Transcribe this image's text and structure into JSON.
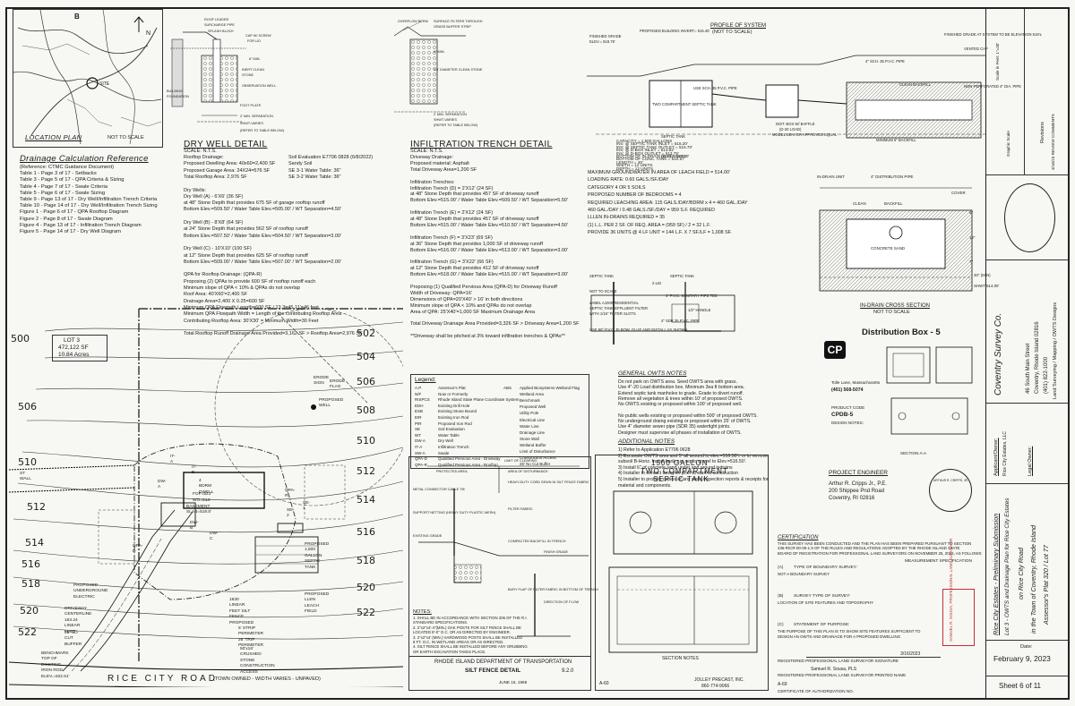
{
  "location_plan": {
    "title": "LOCATION PLAN",
    "scale": "NOT TO SCALE",
    "marker": "B",
    "site_label": "SITE",
    "north_label": "N"
  },
  "drainage_reference": {
    "title": "Drainage Calculation Reference",
    "lines": [
      "(Reference: CTMC Guidance Document)",
      "Table 1  -  Page 3 of 17 - Setbacks",
      "Table 3  -  Page 5 of 17 - QPA Criteria & Sizing",
      "Table 4  -  Page 7 of 17 - Swale Criteria",
      "Table 5  -  Page 6 of 17 - Swale Sizing",
      "Table 9  -  Page 13 of 17 - Dry Well/Infiltration Trench Criteria",
      "Table 10 -  Page 14 of 17 - Dry Well/Infiltration Trench Sizing",
      "Figure 1  -  Page 6 of 17 - QPA Rooftop Diagram",
      "Figure 2  -  Page 8 of 17 - Swale Diagram",
      "Figure 4  -  Page 13 of 17 - Infiltration Trench Diagram",
      "Figure 5  -  Page 14 of 17 - Dry Well Diagram"
    ]
  },
  "dry_well_detail": {
    "title": "DRY WELL DETAIL",
    "scale": "SCALE: N.T.S.",
    "callouts": [
      "ROOF LEADER",
      "SURCHARGE PIPE",
      "SPLASH BLOCK",
      "CAP W/ SCREW",
      "FOR LID",
      "6\" MIN.",
      "INERT CLEAN",
      "STONE",
      "OBSERVATION WELL",
      "FOOT PLATE",
      "2' MIN. SEPARATION",
      "SHWT-VARIES",
      "(REFER TO TABLE BELOW)",
      "BUILDING",
      "FOUNDATION"
    ],
    "lines": [
      "Rooftop Drainage:",
      "Proposed Dwelling Area: 40x60=2,400 SF",
      "Proposed Garage Area: 24X24=576 SF",
      "Total Rooftop Area: 2,976 SF",
      "",
      "Dry Wells:",
      "Dry Well (A) -  6'X6' (36 SF)",
      "at 48\" Stone Depth that provides 675 SF of garage rooftop runoff",
      "Bottom Elev.=509.50' / Water Table Elev.=505.00' / WT Separation=4.50'",
      "",
      "Dry Well (B) -  8'X8' (64 SF)",
      "at 24\" Stone Depth that provides 562 SF of rooftop runoff",
      "Bottom Elev.=507.50' / Water Table Elev.=504.50' / WT Separation=3.00'",
      "",
      "Dry Well (C) -  10'X10' (100 SF)",
      "at 12\" Stone Depth that provides 625 SF of rooftop runoff",
      "Bottom Elev.=509.00' / Water Table Elev.=507.00' / WT Separation=2.00'",
      "",
      "QPA for Rooftop Drainage: (QPA-R)",
      "Proposing (2) QPAs to provide 600 SF of rooftop runoff each",
      "Minimum slope of QPA < 10% & QPAs do not overlap",
      "Roof Area: 40'X60'=2,400 SF",
      "Drainage Area=2,400 X 0.25=600 SF",
      "Minimum QPA Flowpath Length=600 SF / 13.3=45.11'=46 feet",
      "Minimum QPA Flowpath Width = Length of the contributing Rooftop Area",
      "Contributing Rooftop Area: 30'X30' = Minimum Width=30 Feet",
      "",
      "Total Rooftop Runoff Drainage Area Provided=3,162 SF > Rooftop Area=2,976 SF"
    ],
    "soil_eval": [
      "Soil Evaluation  E7706  0828 (6/8/2022)",
      "Sandy Soil",
      "SE 3-1  Water Table: 36\"",
      "SE 3-2  Water Table: 36\""
    ]
  },
  "infiltration_detail": {
    "title": "INFILTRATION TRENCH DETAIL",
    "scale": "SCALE: N.T.S.",
    "callouts": [
      "OVERFLOW BERM",
      "SURFACE FILTERS THROUGH",
      "GRASS BUFFER STRIP",
      "6\" MIN.",
      "3.5' DIAMETER CLEAN STONE",
      "2' MIN. SEPARATION",
      "SHWT-VARIES",
      "(REFER TO TABLE BELOW)"
    ],
    "lines": [
      "Driveway Drainage:",
      "Proposed material: Asphalt",
      "Total Driveway Area=1,200 SF",
      "",
      "Infiltration Trenches:",
      "Infiltration Trench (D) = 2'X12' (24 SF)",
      "at 48\" Stone Depth that provides 457 SF of driveway runoff",
      "Bottom Elev.=515.00' / Water Table Elev.=509.50' / WT Separation=5.50'",
      "",
      "Infiltration Trench (E) = 2'X12' (24 SF)",
      "at 48\" Stone Depth that provides 457 SF of driveway runoff",
      "Bottom Elev.=515.00' / Water Table Elev.=510.50' / WT Separation=4.50'",
      "",
      "Infiltration Trench (F) = 3'X23' (69 SF)",
      "at 36\" Stone Depth that provides 1,000 SF of driveway runoff",
      "Bottom Elev.=516.00' / Water Table Elev.=513.00' / WT Separation=3.00'",
      "",
      "Infiltration Trench (G) = 3'X22' (66 SF)",
      "at 12\" Stone Depth that provides 412 SF of driveway runoff",
      "Bottom Elev.=518.00' / Water Table Elev.=515.00' / WT Separation=3.00'",
      "",
      "Proposing (1) Qualified Pervious Area (QPA-D) for Driveway Runoff",
      "Width of Driveway: QPA=16'",
      "Dimensions of QPA=20'X40' > 16' in both directions",
      "Minimum slope of QPA < 10% and QPAs do not overlap",
      "Area of QPA: 25'X40'=1,000 SF Maximum Drainage Area",
      "",
      "Total Driveway Drainage Area Provided=3,326 SF > Driveway Area=1,200 SF",
      "",
      "**Driveway shall be pitched at 3% toward infiltration trenches & QPAs**"
    ]
  },
  "system_profile": {
    "title": "PROFILE OF SYSTEM",
    "scale": "(NOT TO SCALE)",
    "labels": [
      "PROPOSED BUILDING INVERT= 515.45'",
      "FINISHED GRADE",
      "ELEV.= 518.75'",
      "TWO COMPARTMENT SEPTIC TANK",
      "USE SCH. 35 P.V.C. PIPE",
      "DIST. BOX W/ BAFFLE",
      "(D-20 LOAD)",
      "MODEL DB-5 OR APPROVED EQUAL",
      "FINISHED GRADE AT SYSTEM TO BE ELEVATION 518'±",
      "VENTED CAP",
      "CLEAN BACKFILL",
      "NON-PERFORATED 4\" DIA. PIPE",
      "4\" SCH. 35 P.V.C. PIPE",
      "SEPTIC TANK",
      "DESIGN DATA",
      "MINIMUM 6\" BACKFILL"
    ],
    "specs": [
      "CAPACITY = 1,500 GALLONS",
      "INV. @ SEPTIC TANK INLET = 515.20'",
      "INV. @ SEPTIC TANK OUTLET = 515.70'",
      "INV. @ D-BOX INLET = 513.82'",
      "INV. @ D-BOX OUTLET = 513.75'",
      "BOTTOM OF IN-DRAIN (LLV) = 513.00'",
      "BOTTOM OF CONC. TANK = 510.67'",
      "LENGTH = 46'",
      "WIDTH = 12 UNITS",
      "DEPTH = 12 UNITS"
    ],
    "design": [
      "MAXIMUM GROUNDWATER IN AREA OF LEACH FIELD = 514.00'",
      "LOADING RATE: 0.60 GALS./SF./DAY",
      "CATEGORY 4 OR 5 SOILS",
      "PROPOSED NUMBER OF BEDROOMS = 4",
      "REQUIRED LEACHING AREA: 115 GALS./DAY/BDRM x 4 = 460 GAL./DAY",
      "460 GAL./DAY / 0.48 GALS./SF./DAY = 959 S.F. REQUIRED",
      "LLLEN IN-DRAINS REQUIRED = 35",
      "(1) L.L. PER 2 SF. OF REQ. AREA = (959 SF) / 2 = 32 L.F.",
      "PROVIDE 36 UNITS @ 4 LF UNIT = 144 L.F. X 7 SF./LF = 1,008 SF."
    ]
  },
  "septic_detail": {
    "labels": [
      "SEPTIC TANK",
      "NOT TO SCALE",
      "SEPTIC TANK",
      "2-LID",
      "4\" P.V.C. SANITARY PIPE TEE",
      "1/2\" HANDLE",
      "ZABEL A1000 RESIDENTIAL",
      "SEPTIC TANK EFFLUENT FILTER",
      "WITH 1/16\" FILTER SLOTS",
      "4\" SDR 35 P.V.C. PIPE",
      "USE 90° P.V.C. ELBOW, GLUE AND INSTALL AS SHOWN"
    ]
  },
  "in_drain_section": {
    "title": "IN-DRAIN CROSS SECTION",
    "scale": "NOT TO SCALE",
    "labels": [
      "IN-DRAIN UNIT",
      "4\" DISTRIBUTION PIPE",
      "COVER",
      "CLEAN",
      "BACKFILL",
      "CONCRETE SAND",
      "6\"",
      "12\"",
      "7\"",
      "30\" (MIN)",
      "SHWT 514.00'"
    ]
  },
  "legend": {
    "title": "Legend:",
    "items": [
      [
        "A.P.",
        "Assessor's Plat"
      ],
      [
        "N/F",
        "Now or Formerly"
      ],
      [
        "RISPCS",
        "Rhode Island State Plane Coordinate System"
      ],
      [
        "EDH",
        "Existing Drill Hole"
      ],
      [
        "ESB",
        "Existing Stone Bound"
      ],
      [
        "EIR",
        "Existing Iron Rod"
      ],
      [
        "PIR",
        "Proposed Iron Rod"
      ],
      [
        "SE",
        "Soil Evaluation"
      ],
      [
        "WT",
        "Water Table"
      ],
      [
        "DW-A",
        "Dry Well"
      ],
      [
        "IT-A",
        "Infiltration Trench"
      ],
      [
        "SW-A",
        "Swale"
      ],
      [
        "QPA-D",
        "Qualified Pervious Area - Driveway"
      ],
      [
        "QPA-R",
        "Qualified Pervious Area - Rooftop"
      ]
    ],
    "items_right": [
      [
        "ABS",
        "Applied Biosystems Wetland Flag"
      ],
      [
        "",
        "Wetland Area"
      ],
      [
        "",
        "Benchmark"
      ],
      [
        "",
        "Proposed Well"
      ],
      [
        "",
        "Utility Pole"
      ],
      [
        "",
        "Electrical Line"
      ],
      [
        "",
        "Water Line"
      ],
      [
        "",
        "Drainage Line"
      ],
      [
        "",
        "Stone Wall"
      ],
      [
        "",
        "Wetland Buffer"
      ],
      [
        "",
        "Limit of Disturbance"
      ],
      [
        "",
        "Construction Access"
      ],
      [
        "",
        "25' No Cut Buffer"
      ]
    ]
  },
  "owts_notes": {
    "title": "GENERAL OWTS NOTES",
    "lines": [
      "Do not park on OWTS area. Seed OWTS area with grass.",
      "Use 4\"-20 Load distribution box. Minimum 3ea ft bottom area.",
      "Extend septic tank manholes to grade. Grade to divert runoff.",
      "Remove all vegetation & trees within 10' of proposed OWTS.",
      "No OWTS existing or proposed within 100' of proposed well.",
      "",
      "No public wells existing or proposed within 500' of proposed OWTS.",
      "No underground draing existing or proposed within 25' of OWTS.",
      "Use 4\" diameter sewer pipe (SDR 35) watertight joints.",
      "Designer must supervise all phases of installation of OWTS."
    ],
    "additional_title": "ADDITIONAL NOTES",
    "additional": [
      "1)  Refer to Application E7706 0628",
      "2)  Excavate OWTS area and 5' all around to elev.=516.50'± or to remove",
      "     subsoil B-Horiz. Install bank run septic gravel to Elev.=516.50'.",
      "3)  Install 6\" of concrete sand under and around indrains",
      "4)  Installer to contact designer prior to start of construction",
      "5)  Installer to provide copies of any state inspection reports & receipts for",
      "     material and components."
    ]
  },
  "distribution_box": {
    "title": "Distribution Box - 5",
    "brand": "CP",
    "company": "Tolle Lane, Massachusetts",
    "phone": "(401) 568-5074",
    "product_code_label": "PRODUCT CODE",
    "product_code": "CPDB-5",
    "design_notes_label": "DESIGN NOTES:",
    "section_label": "SECTION A-A"
  },
  "silt_fence": {
    "title": "SILT FENCE DETAIL",
    "agency": "RHODE ISLAND DEPARTMENT OF TRANSPORTATION",
    "callouts": [
      "LIMIT OF CLEARING",
      "PROTECTED AREA",
      "AREA OF DISTURBANCE",
      "METAL CONNECTOR CABLE TIE",
      "EXISTING GRADE",
      "HEAVY-DUTY CORD SEWN IN SILT FENCE FABRIC",
      "FILTER FABRIC",
      "SUPPORT NETTING (HEAVY DUTY PLASTIC MESH)",
      "COMPACTED BACKFILL IN TRENCH",
      "FINISH GRADE",
      "BURY FLAP OF FILTER FABRIC IN BOTTOM OF TRENCH",
      "DIRECTION OF FLOW"
    ],
    "notes_title": "NOTES:",
    "notes": [
      "1. SHALL BE IN ACCORDANCE WITH SECTION 206 OF THE R.I.",
      "   STANDARD SPECIFICATIONS.",
      "2. 2\"x2\"x4'-4\"(MIN.) OAK POSTS FOR SILT FENCE SHALL BE",
      "   LOCATED 8'-0\" O.C. OR AS DIRECTED BY ENGINEER.",
      "3. 2\"x2\"x4' (MIN.) HARDWOOD POSTS SHALL BE INSTALLED",
      "   8 FT. O.C. IN WETLAND AREAS OR AS DIRECTED.",
      "4. SILT FENCE SHALL BE INSTALLED BEFORE ANY GRUBBING",
      "   OR EARTH EXCAVATION TAKES PLACE."
    ],
    "std_no": "9.2.0",
    "date": "JUNE 16, 1998"
  },
  "septic_tank_1500": {
    "title_1": "1500 GALLON",
    "title_2": "TWO COMPARTMENT",
    "title_3": "SEPTIC TANK",
    "section": "SECTION NOTES",
    "company": "JOLLEY PRECAST, INC.",
    "phone": "860-774-9066",
    "code": "A-60"
  },
  "site_plan": {
    "lot": "LOT 3",
    "area_sf": "472,122 SF",
    "area_ac": "10.84 Acres",
    "contours": [
      "502",
      "504",
      "506",
      "508",
      "510",
      "512",
      "514",
      "516",
      "518",
      "520",
      "522",
      "500",
      "506",
      "510",
      "512",
      "514",
      "516",
      "518",
      "520",
      "522"
    ],
    "labels": [
      "PROPOSED WELL",
      "4 BDRM DWELL",
      "FOF=521'",
      "WO=513'",
      "BASEMENT SLAB=519.5'",
      "PROPOSED 1,500 GALLON SEPTIC TANK",
      "QPA-R",
      "QPA-D",
      "DRIVEWAY CENTERLINE 163.24 LINEAR FEET",
      "PROPOSED UNDERGROUND ELECTRIC",
      "35' NO CUT BUFFER",
      "BENCHMARK TOP OF EXISTING IRON ROD ELEV.=522.51'",
      "1830 LINEAR FEET SILT FENCE PROPOSED",
      "PROPOSED LLEN LEACH FIELD",
      "5' STRIP PERIMETER 26' TRIP PERIMETER",
      "50'x16' CRUSHED STONE CONSTRUCTION ACCESS",
      "ST WALL",
      "IT-A",
      "IT-B",
      "DW-A",
      "DW-B",
      "DW-C",
      "SE-1",
      "SE-2",
      "ERODE SIGN",
      "ERODE FLAG",
      "ROAD NAME"
    ],
    "road": "RICE CITY ROAD",
    "road_note": "(TOWN OWNED - WIDTH VARIES - UNPAVED)"
  },
  "engineer": {
    "title": "PROJECT ENGINEER",
    "name": "Arthur R. Cripps Jr., P.E.",
    "addr1": "200 Shippee Pnd Road",
    "addr2": "Coventry, RI 02816",
    "seal": "ARTHUR R. CRIPPS, JR."
  },
  "certification": {
    "title": "CERTIFICATION",
    "lines": [
      "THIS SURVEY HAS BEEN CONDUCTED AND THE PLAN HAS BEEN PREPARED PURSUANT TO SECTION",
      "435-RICR-00-00-1.9 OF THE RULES AND REGULATIONS ADOPTED BY THE RHODE ISLAND STATE",
      "BOARD OF REGISTRATION FOR PROFESSIONAL LAND SURVEYORS ON NOVEMBER 25, 2015, AS FOLLOWS:"
    ],
    "measurement_spec": "MEASUREMENT SPECIFICATION",
    "items": [
      [
        "(A)",
        "TYPE OF BOUNDARY SURVEY:",
        "NOT A BOUNDARY SURVEY"
      ],
      [
        "(B)",
        "SURVEY TYPE OF SURVEY:",
        "LOCATION OF SITE FEATURES AND TOPOGRAPHY"
      ],
      [
        "(C)",
        "STATEMENT OF PURPOSE:",
        "THE PURPOSE OF THIS PLAN IS TO SHOW SITE FEATURES SUFFICIENT TO DESIGN AN OWTS AND DRAINAGE FOR A PROPOSED DWELLING"
      ]
    ],
    "signature_date": "3/16/2023",
    "surveyor_label": "REGISTERED PROFESSIONAL LAND SURVEYOR SIGNATURE",
    "surveyor_name": "Samuel R. Sousa, PLS",
    "surveyor_name_label": "REGISTERED PROFESSIONAL LAND SURVEYOR PRINTED NAME",
    "auth_no": "A-69",
    "auth_label": "CERTIFICATE OF AUTHORIZATION NO."
  },
  "title_block": {
    "line1": "Rice City Estates - Preliminary Submission",
    "line2": "Lot 3 - OWTS and Drainage Plan for Rice City Estates",
    "line3": "on Rice City Road",
    "line4": "in the Town of Coventry, Rhode Island",
    "line5": "Assessor's Plat 320 / Lot 77",
    "company": "Coventry Survey Co.",
    "address": "46 South Main Street",
    "city": "Coventry, Rhode Island 02816",
    "phone": "(401) 822-1000",
    "services": "Land Surveying / Mapping / OWTS Designs",
    "owner_label": "Applicant/Owner:",
    "owner": "Rice City Estates, LLC",
    "legal_owner": "Legal Owner:",
    "scale_h": "Scale in Feet: 1\"=30'",
    "scale_v": "Graphic Scale",
    "revisions": "Revisions",
    "revision_1": "3/16/23 REVIEW COMMENTS",
    "surveyor_stamp": "SAMUEL R. SOUSA, PROFESSIONAL LAND SURVEYOR",
    "date_label": "Date:",
    "date": "February 9, 2023",
    "sheet": "Sheet 6 of 11"
  }
}
